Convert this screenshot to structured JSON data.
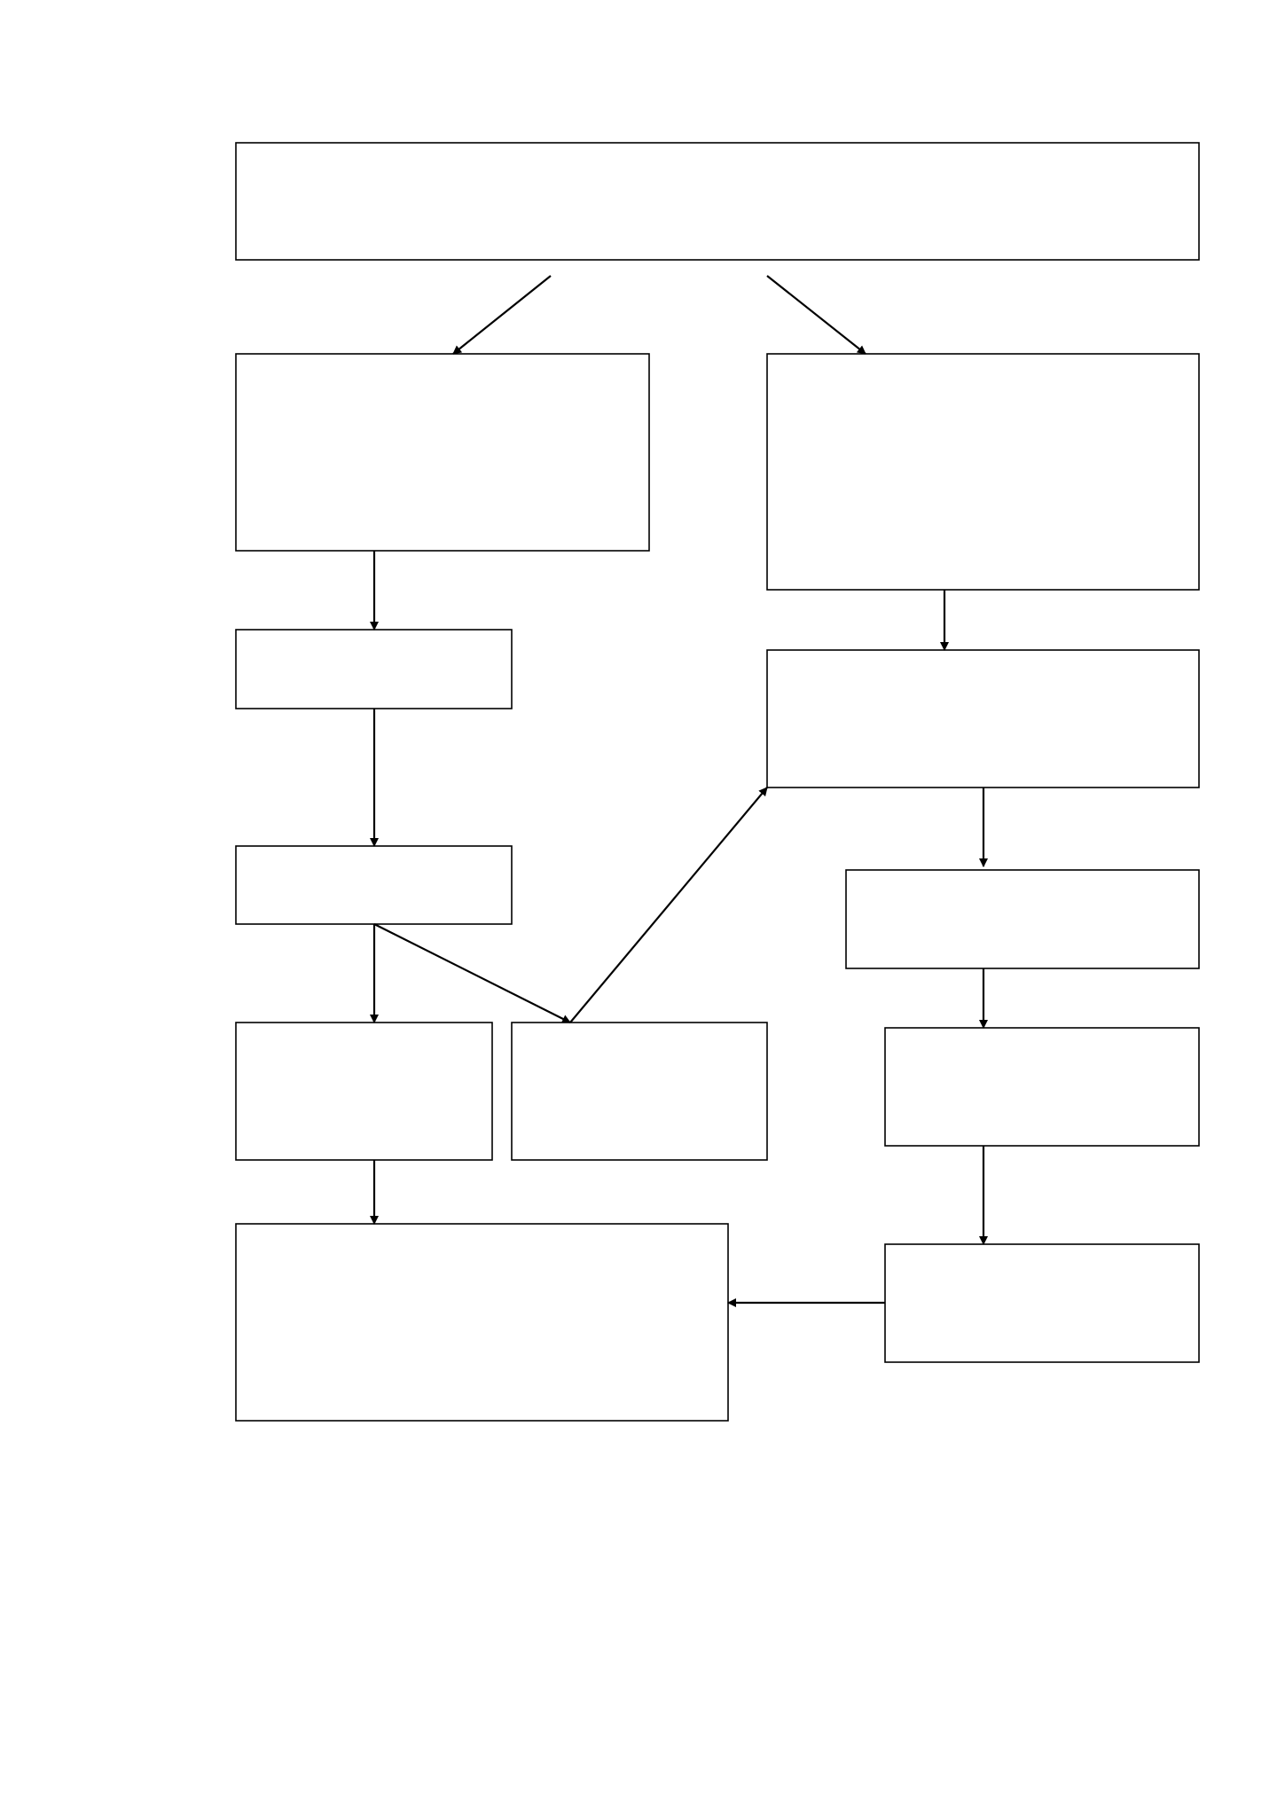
{
  "diagram": {
    "type": "flowchart",
    "stroke_color": "#000000",
    "fill_color": "#ffffff",
    "background": "#ffffff",
    "nodes": [
      {
        "id": "top",
        "label": ""
      },
      {
        "id": "left-1",
        "label": ""
      },
      {
        "id": "right-1",
        "label": ""
      },
      {
        "id": "left-2",
        "label": ""
      },
      {
        "id": "right-2",
        "label": ""
      },
      {
        "id": "left-3",
        "label": ""
      },
      {
        "id": "right-3",
        "label": ""
      },
      {
        "id": "left-4a",
        "label": ""
      },
      {
        "id": "left-4b",
        "label": ""
      },
      {
        "id": "right-4",
        "label": ""
      },
      {
        "id": "bottom-left",
        "label": ""
      },
      {
        "id": "right-5",
        "label": ""
      }
    ],
    "edges": [
      {
        "from": "top",
        "to": "left-1"
      },
      {
        "from": "top",
        "to": "right-1"
      },
      {
        "from": "left-1",
        "to": "left-2"
      },
      {
        "from": "left-2",
        "to": "left-3"
      },
      {
        "from": "left-3",
        "to": "left-4a"
      },
      {
        "from": "left-3",
        "to": "left-4b"
      },
      {
        "from": "left-4b",
        "to": "right-2"
      },
      {
        "from": "right-1",
        "to": "right-2"
      },
      {
        "from": "right-2",
        "to": "right-3"
      },
      {
        "from": "right-3",
        "to": "right-4"
      },
      {
        "from": "right-4",
        "to": "right-5"
      },
      {
        "from": "left-4a",
        "to": "bottom-left"
      },
      {
        "from": "right-5",
        "to": "bottom-left"
      }
    ]
  }
}
